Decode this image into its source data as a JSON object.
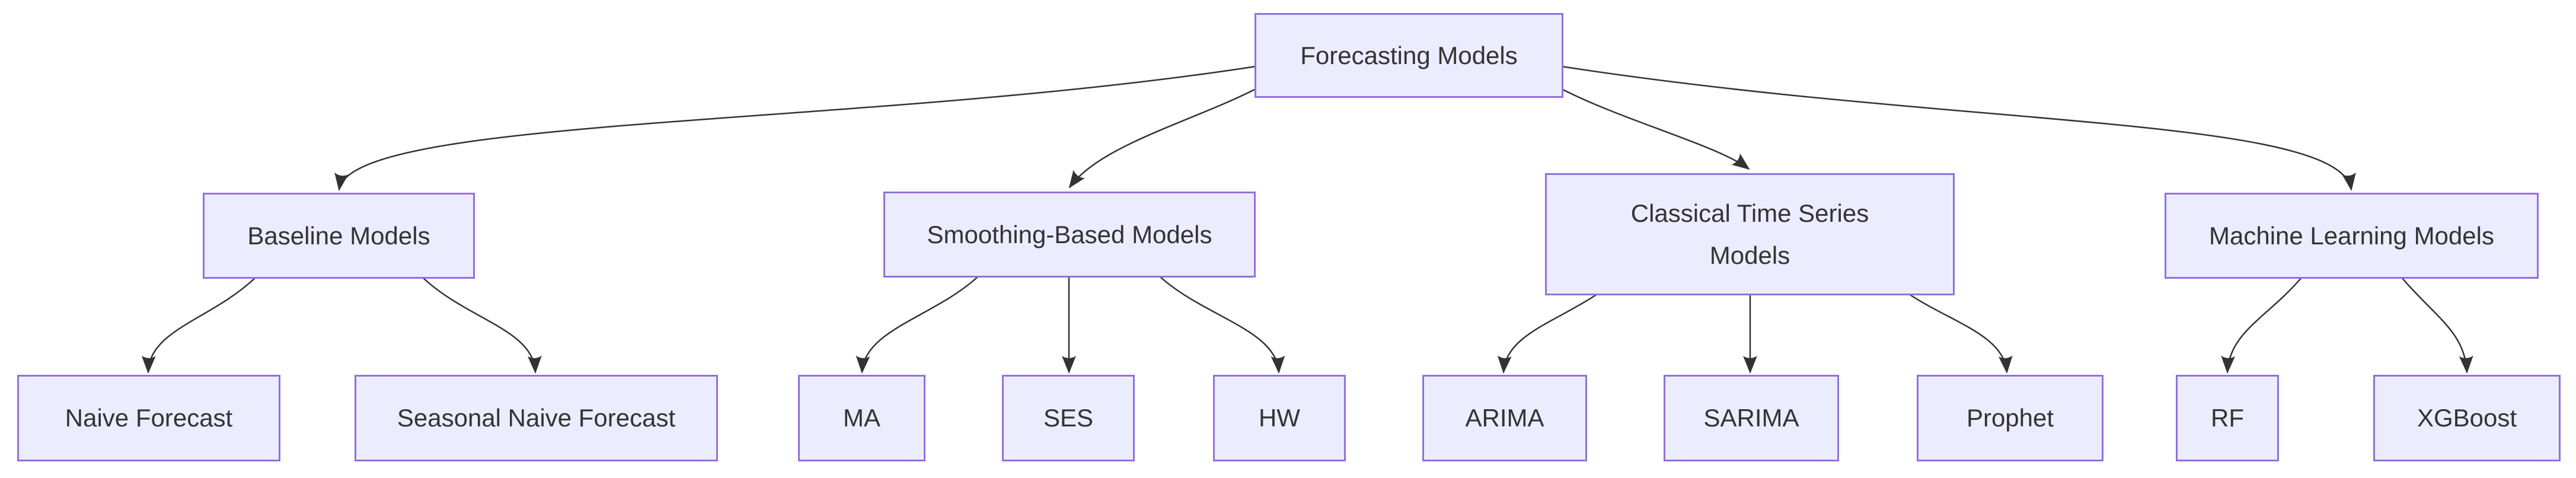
{
  "diagram": {
    "type": "flowchart",
    "direction": "top-down",
    "background_color": "#ffffff",
    "node_fill_color": "#ECECFF",
    "node_border_color": "#9370DB",
    "node_text_color": "#333333",
    "edge_color": "#333333",
    "nodes": {
      "root": {
        "label": "Forecasting Models"
      },
      "baseline": {
        "label": "Baseline Models"
      },
      "smoothing": {
        "label": "Smoothing-Based Models"
      },
      "classical": {
        "label": "Classical Time Series Models"
      },
      "ml": {
        "label": "Machine Learning Models"
      },
      "naive": {
        "label": "Naive Forecast"
      },
      "snaive": {
        "label": "Seasonal Naive Forecast"
      },
      "ma": {
        "label": "MA"
      },
      "ses": {
        "label": "SES"
      },
      "hw": {
        "label": "HW"
      },
      "arima": {
        "label": "ARIMA"
      },
      "sarima": {
        "label": "SARIMA"
      },
      "prophet": {
        "label": "Prophet"
      },
      "rf": {
        "label": "RF"
      },
      "xgboost": {
        "label": "XGBoost"
      }
    },
    "edges": [
      {
        "from": "root",
        "to": "baseline"
      },
      {
        "from": "root",
        "to": "smoothing"
      },
      {
        "from": "root",
        "to": "classical"
      },
      {
        "from": "root",
        "to": "ml"
      },
      {
        "from": "baseline",
        "to": "naive"
      },
      {
        "from": "baseline",
        "to": "snaive"
      },
      {
        "from": "smoothing",
        "to": "ma"
      },
      {
        "from": "smoothing",
        "to": "ses"
      },
      {
        "from": "smoothing",
        "to": "hw"
      },
      {
        "from": "classical",
        "to": "arima"
      },
      {
        "from": "classical",
        "to": "sarima"
      },
      {
        "from": "classical",
        "to": "prophet"
      },
      {
        "from": "ml",
        "to": "rf"
      },
      {
        "from": "ml",
        "to": "xgboost"
      }
    ]
  }
}
